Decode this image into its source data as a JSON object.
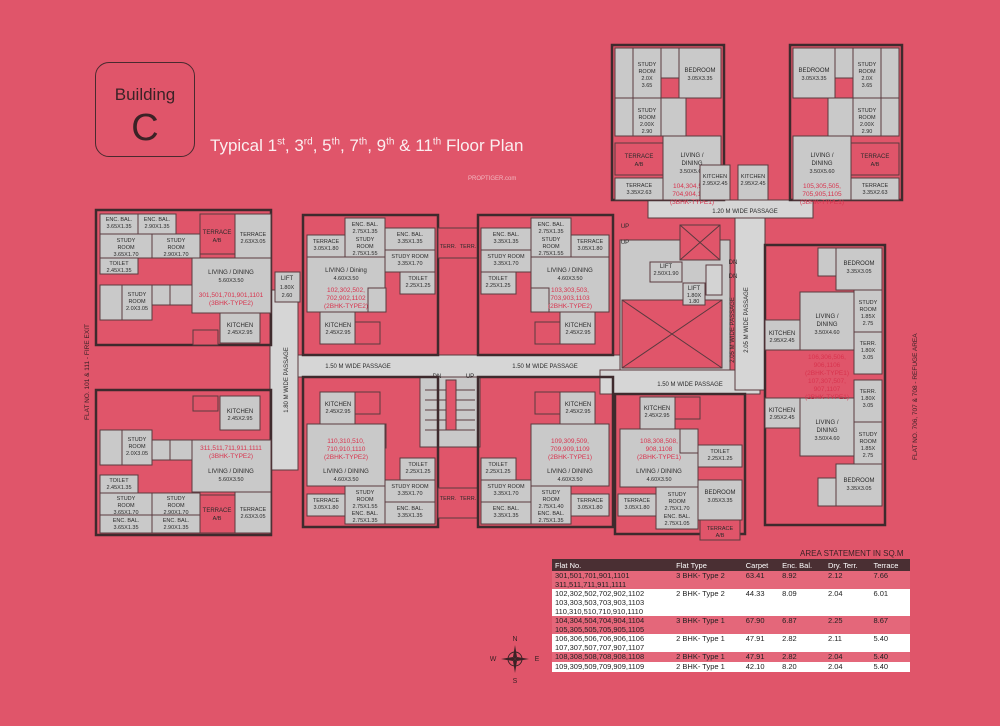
{
  "building": {
    "label": "Building",
    "letter": "C"
  },
  "title": {
    "prefix": "Typical 1",
    "s1": "st",
    "f3": ", 3",
    "s3": "rd",
    "f5": ", 5",
    "s5": "th",
    "f7": ", 7",
    "s7": "th",
    "f9": ", 9",
    "s9": "th",
    "f11": " & 11",
    "s11": "th",
    "suffix": " Floor Plan"
  },
  "watermark": "PROPTIGER.com",
  "side_labels": {
    "left": "FLAT NO. 101 & 111 - FIRE EXIT",
    "right": "FLAT NO. 706, 707 & 708 - REFUGE AREA"
  },
  "passages": {
    "wide150a": "1.50 M WIDE PASSAGE",
    "wide150b": "1.50 M WIDE PASSAGE",
    "wide150c": "1.50 M WIDE PASSAGE",
    "wide180": "1.80 M WIDE PASSAGE",
    "wide120": "1.20 M WIDE PASSAGE",
    "wide205a": "2.05 M WIDE PASSAGE",
    "wide205b": "2.05 M WIDE PASSAGE"
  },
  "core": {
    "lift1": "LIFT",
    "lift1_size": "1.80X",
    "lift1_size2": "2.60",
    "lift2": "LIFT",
    "lift2_size": "2.50X1.90",
    "lift3": "LIFT",
    "lift3_size": "1.80X",
    "lift3_size2": "1.80",
    "dn": "DN",
    "up": "UP",
    "dn2": "DN",
    "up2": "UP",
    "dn3": "DN"
  },
  "flat_labels": {
    "f1": [
      "301,501,701,901,1101",
      "(3BHK-TYPE2)"
    ],
    "f2": [
      "102,302,502,",
      "702,902,1102",
      "(2BHK-TYPE2)"
    ],
    "f3": [
      "103,303,503,",
      "703,903,1103",
      "(2BHK-TYPE2)"
    ],
    "f4": [
      "104,304,504,",
      "704,904,1104",
      "(3BHK-TYPE1)"
    ],
    "f5": [
      "105,305,505,",
      "705,905,1105",
      "(3BHK-TYPE1)"
    ],
    "f6": [
      "106,306,506,",
      "906,1106",
      "(2BHK-TYPE1)"
    ],
    "f7": [
      "107,307,507,",
      "907,1107",
      "(2BHK-TYPE1)"
    ],
    "f8": [
      "108,308,508,",
      "908,1108",
      "(2BHK-TYPE1)"
    ],
    "f9": [
      "109,309,509,",
      "709,909,1109",
      "(2BHK-TYPE1)"
    ],
    "f10": [
      "110,310,510,",
      "710,910,1110",
      "(2BHK-TYPE2)"
    ],
    "f11": [
      "311,511,711,911,1111",
      "(3BHK-TYPE2)"
    ]
  },
  "area_statement": {
    "caption": "AREA STATEMENT IN SQ.M",
    "headers": [
      "Flat No.",
      "Flat Type",
      "Carpet",
      "Enc. Bal.",
      "Dry. Terr.",
      "Terrace"
    ],
    "rows": [
      {
        "flats": [
          "301,501,701,901,1101",
          "311,511,711,911,1111"
        ],
        "type": "3 BHK- Type 2",
        "carpet": "63.41",
        "enc": "8.92",
        "dry": "2.12",
        "terrace": "7.66"
      },
      {
        "flats": [
          "102,302,502,702,902,1102",
          "103,303,503,703,903,1103",
          "110,310,510,710,910,1110"
        ],
        "type": "2 BHK- Type 2",
        "carpet": "44.33",
        "enc": "8.09",
        "dry": "2.04",
        "terrace": "6.01"
      },
      {
        "flats": [
          "104,304,504,704,904,1104",
          "105,305,505,705,905,1105"
        ],
        "type": "3 BHK- Type 1",
        "carpet": "67.90",
        "enc": "6.87",
        "dry": "2.25",
        "terrace": "8.67"
      },
      {
        "flats": [
          "106,306,506,706,906,1106",
          "107,307,507,707,907,1107"
        ],
        "type": "2 BHK- Type 1",
        "carpet": "47.91",
        "enc": "2.82",
        "dry": "2.11",
        "terrace": "5.40"
      },
      {
        "flats": [
          "108,308,508,708,908,1108"
        ],
        "type": "2 BHK- Type 1",
        "carpet": "47.91",
        "enc": "2.82",
        "dry": "2.04",
        "terrace": "5.40"
      },
      {
        "flats": [
          "109,309,509,709,909,1109"
        ],
        "type": "2 BHK- Type 1",
        "carpet": "42.10",
        "enc": "8.20",
        "dry": "2.04",
        "terrace": "5.40"
      }
    ]
  },
  "compass": {
    "n": "N",
    "s": "S",
    "e": "E",
    "w": "W"
  },
  "colors": {
    "background": "#e0556a",
    "room": "#c9c9c9",
    "wall": "#3e2a2d",
    "flat_label": "#d8344e",
    "table_header": "#4a2f33"
  }
}
